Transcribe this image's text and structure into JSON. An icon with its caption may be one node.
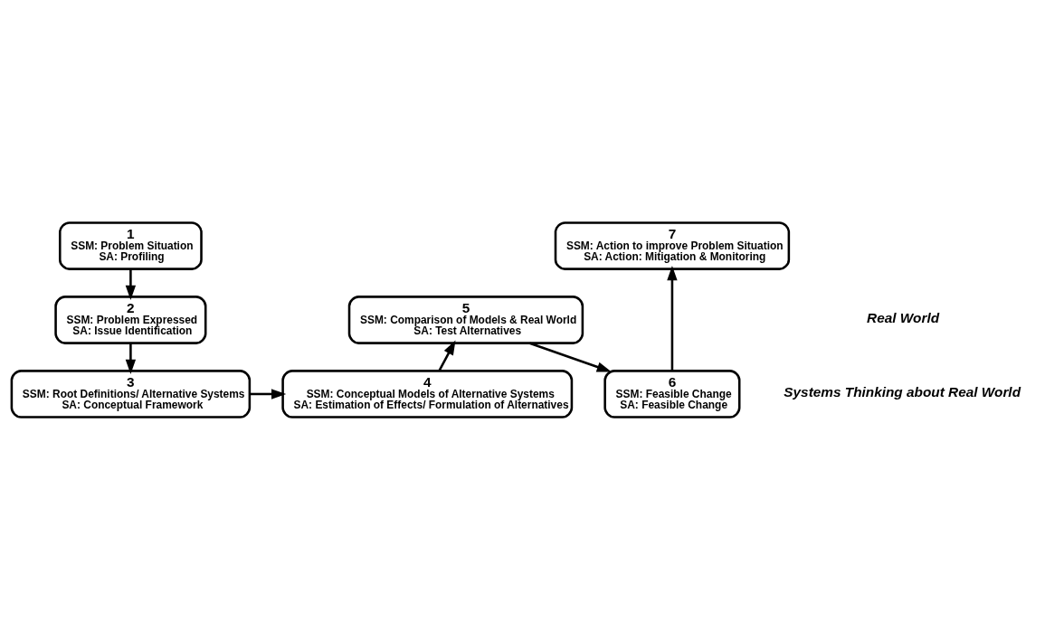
{
  "diagram": {
    "nodes": [
      {
        "text": [
          "1",
          "SSM: Problem Situation",
          "SA: Profiling"
        ]
      },
      {
        "text": [
          "2",
          "SSM: Problem Expressed",
          "SA: Issue Identification"
        ]
      },
      {
        "text": [
          "3",
          "SSM: Root Definitions/ Alternative Systems",
          "SA: Conceptual Framework"
        ]
      },
      {
        "text": [
          "4",
          "SSM: Conceptual Models of Alternative Systems",
          "SA: Estimation of Effects/ Formulation of Alternatives"
        ]
      },
      {
        "text": [
          "5",
          "SSM: Comparison of Models & Real World",
          "SA: Test Alternatives"
        ]
      },
      {
        "text": [
          "6",
          "SSM: Feasible Change",
          "SA: Feasible Change"
        ]
      },
      {
        "text": [
          "7",
          "SSM: Action to improve Problem Situation",
          "SA: Action: Mitigation & Monitoring"
        ]
      }
    ],
    "edges": [
      {
        "from": 0,
        "to": 1,
        "arrow": "to"
      },
      {
        "from": 1,
        "to": 2,
        "arrow": "to"
      },
      {
        "from": 2,
        "to": 3,
        "arrow": "to"
      },
      {
        "from": 3,
        "to": 4,
        "arrow": "to"
      },
      {
        "from": 4,
        "to": 5,
        "arrow": "to"
      },
      {
        "from": 5,
        "to": 6,
        "arrow": "to"
      }
    ],
    "labels": [
      "Real World",
      "Systems Thinking about Real World"
    ]
  }
}
